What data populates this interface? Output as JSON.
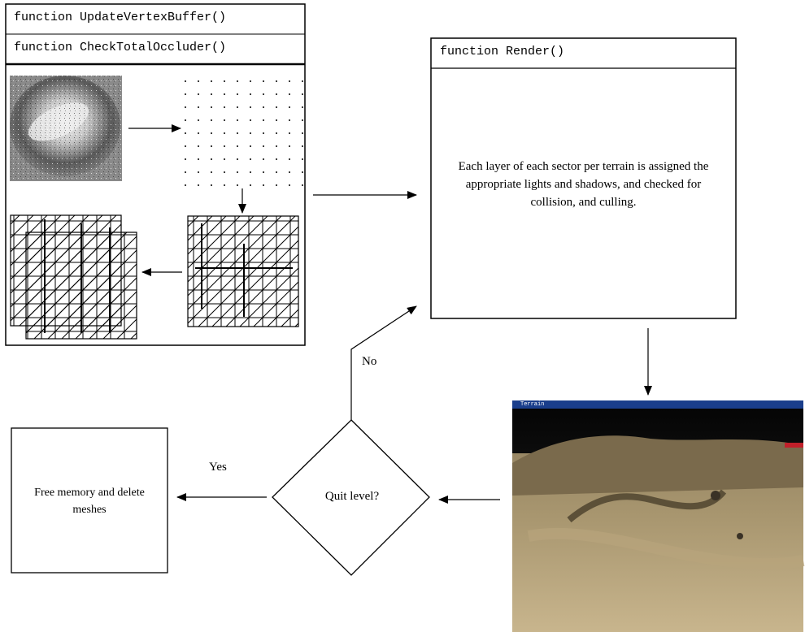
{
  "functions_box": {
    "line1": "function UpdateVertexBuffer()",
    "line2": "function CheckTotalOccluder()"
  },
  "render_box": {
    "title": "function Render()",
    "description": "Each layer of each sector per terrain is assigned the appropriate lights and shadows,  and checked for collision, and culling."
  },
  "decision": {
    "question": "Quit level?",
    "no_label": "No",
    "yes_label": "Yes"
  },
  "end_box": {
    "text": "Free memory and delete meshes"
  },
  "screenshot": {
    "window_title": "Terrain"
  }
}
